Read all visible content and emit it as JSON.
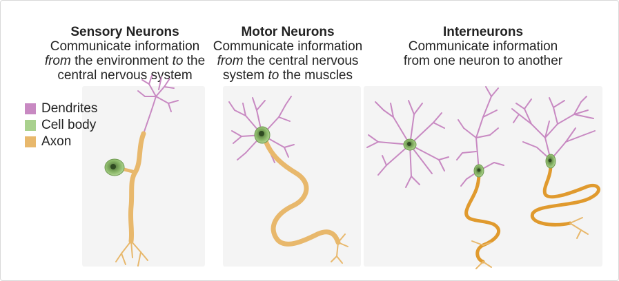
{
  "colors": {
    "dendrites": "#c889c2",
    "cell_body": "#a9d18e",
    "axon": "#e8b86c",
    "axon_dark": "#e09a2e",
    "nucleus": "#3b5a2e",
    "panel": "#f4f4f4"
  },
  "panels": [
    {
      "title": "Sensory Neurons",
      "line1": "Communicate information",
      "line2_a": "from",
      "line2_b": " the environment ",
      "line2_c": "to",
      "line2_d": " the",
      "line3_a": "central nervous system",
      "line3_b": ""
    },
    {
      "title": "Motor Neurons",
      "line1": "Communicate information",
      "line2_a": "from",
      "line2_b": " the central nervous",
      "line2_c": "",
      "line2_d": "",
      "line3_a": "system ",
      "line3_b": "to",
      "line3_c": " the muscles"
    },
    {
      "title": "Interneurons",
      "line1": "Communicate information",
      "line2": "from one neuron to another"
    }
  ],
  "legend": [
    {
      "label": "Dendrites",
      "color": "#c889c2"
    },
    {
      "label": "Cell body",
      "color": "#a9d18e"
    },
    {
      "label": "Axon",
      "color": "#e8b86c"
    }
  ]
}
